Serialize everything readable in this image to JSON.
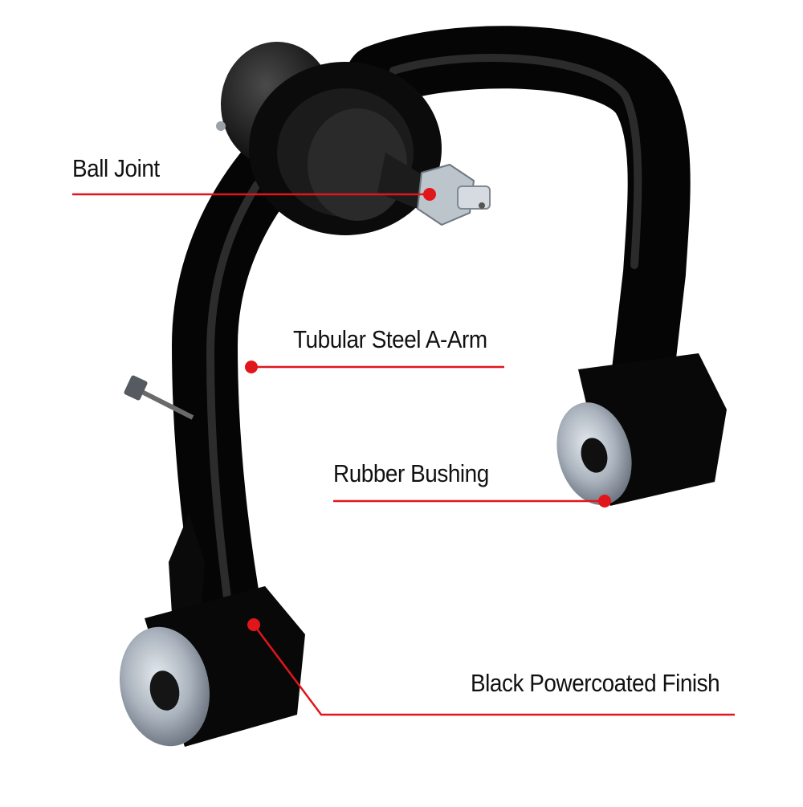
{
  "colors": {
    "background": "#ffffff",
    "callout_line": "#e0161b",
    "callout_dot": "#e0161b",
    "arm_black": "#0d0d0d",
    "bushing_metal": "#aeb6c0",
    "label_text": "#111111"
  },
  "callouts": [
    {
      "label": "Ball Joint"
    },
    {
      "label": "Tubular Steel A-Arm"
    },
    {
      "label": "Rubber Bushing"
    },
    {
      "label": "Black Powercoated Finish"
    }
  ]
}
